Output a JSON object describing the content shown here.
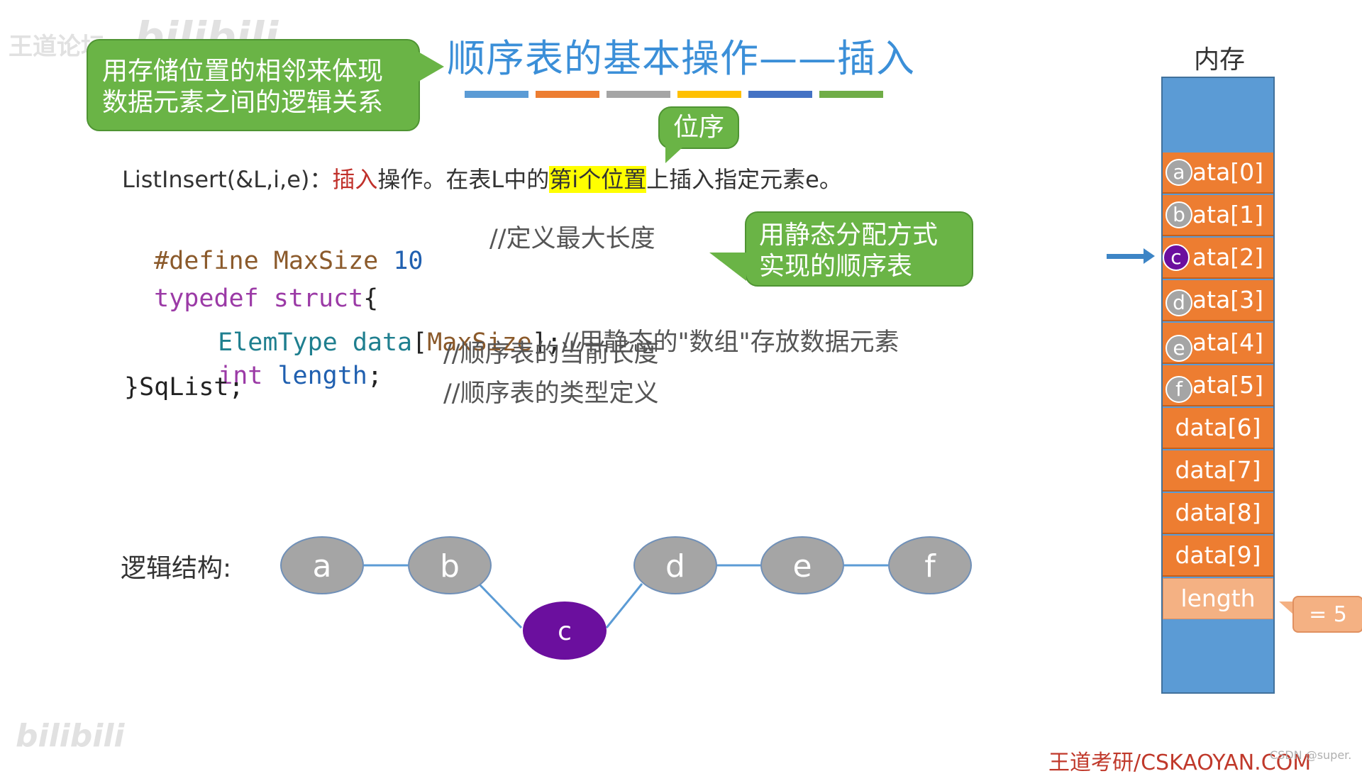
{
  "watermarks": {
    "top_left_text": "王道论坛",
    "top_left_logo": "bilibili",
    "bottom_left_logo": "bilibili"
  },
  "title": "顺序表的基本操作——插入",
  "stripe_colors": [
    "#5b9bd5",
    "#ed7d31",
    "#a5a5a5",
    "#ffc000",
    "#4472c4",
    "#70ad47"
  ],
  "callouts": {
    "adjacency_line1": "用存储位置的相邻来体现",
    "adjacency_line2": "数据元素之间的逻辑关系",
    "position_order": "位序",
    "static_line1": "用静态分配方式",
    "static_line2": "实现的顺序表"
  },
  "definition": {
    "signature": "ListInsert(&L,i,e)：",
    "op_name": "插入",
    "text_a": "操作。在表L中的",
    "highlight": "第i个位置",
    "text_b": "上插入指定元素e。"
  },
  "code": {
    "l1_kw": "#define",
    "l1_name": "MaxSize",
    "l1_val": "10",
    "l1_comment": "//定义最大长度",
    "l2_kw": "typedef struct",
    "l2_brace": "{",
    "l3_type": "ElemType",
    "l3_field": "data",
    "l3_b1": "[",
    "l3_size": "MaxSize",
    "l3_b2": "];",
    "l3_comment": "//用静态的\"数组\"存放数据元素",
    "l4_type": "int",
    "l4_field": "length",
    "l4_semi": ";",
    "l4_comment": "//顺序表的当前长度",
    "l5_text": "}SqList;",
    "l5_comment": "//顺序表的类型定义"
  },
  "logic": {
    "label": "逻辑结构:",
    "nodes": [
      "a",
      "b",
      "c",
      "d",
      "e",
      "f"
    ],
    "active_node": "c"
  },
  "memory": {
    "label": "内存",
    "cell_suffixes": [
      "ata[0]",
      "ata[1]",
      "ata[2]",
      "ata[3]",
      "ata[4]",
      "ata[5]"
    ],
    "cell_markers": [
      "a",
      "b",
      "c",
      "d",
      "e",
      "f"
    ],
    "cells_full": [
      "data[6]",
      "data[7]",
      "data[8]",
      "data[9]"
    ],
    "length_label": "length",
    "length_value": "= 5"
  },
  "footer": "王道考研/CSKAOYAN.COM",
  "credit": "CSDN @super."
}
